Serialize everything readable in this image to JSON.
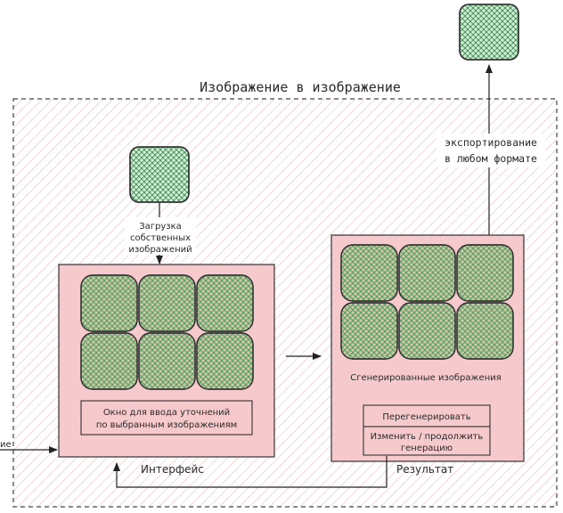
{
  "title": "Изображение в изображение",
  "export": {
    "line1": "экспортирование",
    "line2": "в любом формате"
  },
  "upload": {
    "line1": "Загрузка",
    "line2": "собственных",
    "line3": "изображений"
  },
  "interface": {
    "label": "Интерфейс",
    "refine_line1": "Окно для ввода уточнений",
    "refine_line2": "по выбранным изображениям"
  },
  "result": {
    "label": "Результат",
    "generated_caption": "Сгенерированные изображения",
    "regenerate": "Перегенерировать",
    "modify_line1": "Изменить / продолжить",
    "modify_line2": "генерацию"
  },
  "left_input_label_fragment": "ие",
  "colors": {
    "panel_fill": "#f6c9cc",
    "panel_stroke": "#333333",
    "tile_fill": "#cfc4a0",
    "tile_hatch": "#3aa063",
    "green_fill": "#d7ecd6",
    "frame_hatch": "#f2b9b9"
  }
}
